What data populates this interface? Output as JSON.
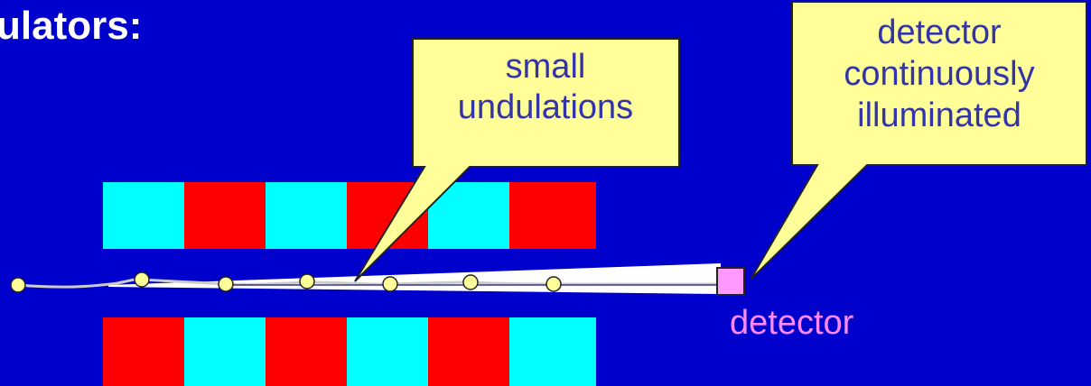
{
  "slide": {
    "title": "ulators:",
    "background_color": "#0000cc"
  },
  "callouts": [
    {
      "lines": [
        "small",
        "undulations"
      ]
    },
    {
      "lines": [
        "detector",
        "continuously",
        "illuminated"
      ]
    }
  ],
  "detector_label": "detector",
  "colors": {
    "magnet_cyan": "#00ffff",
    "magnet_red": "#ff0000",
    "callout_fill": "#ffff99",
    "callout_text": "#3333aa",
    "detector_fill": "#ff99ff",
    "detector_label": "#ff88ff",
    "electron_fill": "#ffff99",
    "radiation_cone": "#ffffff",
    "trajectory": "#cccccc"
  },
  "magnets": {
    "top_row": [
      "cyan",
      "red",
      "cyan",
      "red",
      "cyan",
      "red"
    ],
    "bottom_row": [
      "red",
      "cyan",
      "red",
      "cyan",
      "red",
      "cyan"
    ]
  },
  "electron_count": 7
}
